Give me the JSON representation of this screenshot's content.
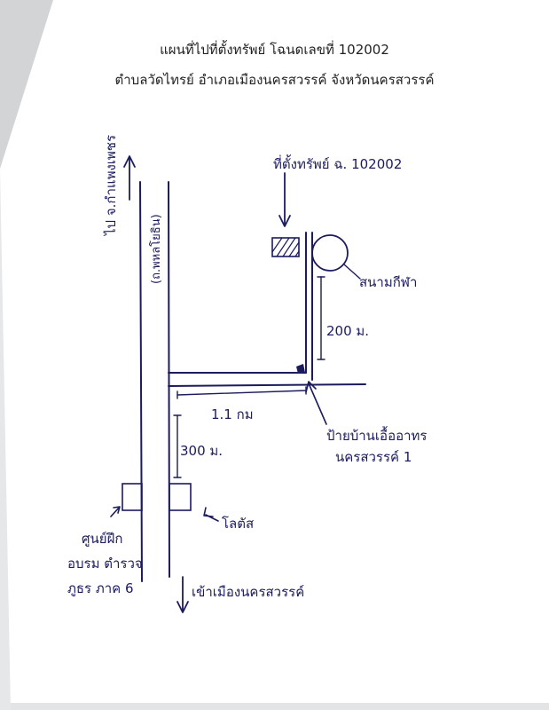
{
  "title": {
    "line1": "แผนที่ไปที่ตั้งทรัพย์ โฉนดเลขที่ 102002",
    "line2": "ตำบลวัดไทรย์  อำเภอเมืองนครสวรรค์  จังหวัดนครสวรรค์"
  },
  "labels": {
    "to_kamphaeng_phet": "ไป จ.กำแพงเพชร",
    "road_name": "(ถ.พหลโยธิน)",
    "property_location": "ที่ตั้งทรัพย์ ฉ. 102002",
    "football_field": "สนามกีฬา",
    "dist_200": "200 ม.",
    "dist_1_1km": "1.1 กม",
    "sign": "ป้ายบ้านเอื้ออาทร",
    "sign_line2": "นครสวรรค์ 1",
    "dist_300": "300 ม.",
    "training_center": "ศูนย์ฝึก",
    "training_center_line2": "อบรม ตำรวจ",
    "training_center_line3": "ภูธร ภาค 6",
    "lotus": "โลตัส",
    "to_nakhon_sawan": "เข้าเมืองนครสวรรค์"
  },
  "colors": {
    "ink": "#1b1b5e",
    "paper": "#ffffff",
    "scan_edge": "#cfd0d2"
  }
}
